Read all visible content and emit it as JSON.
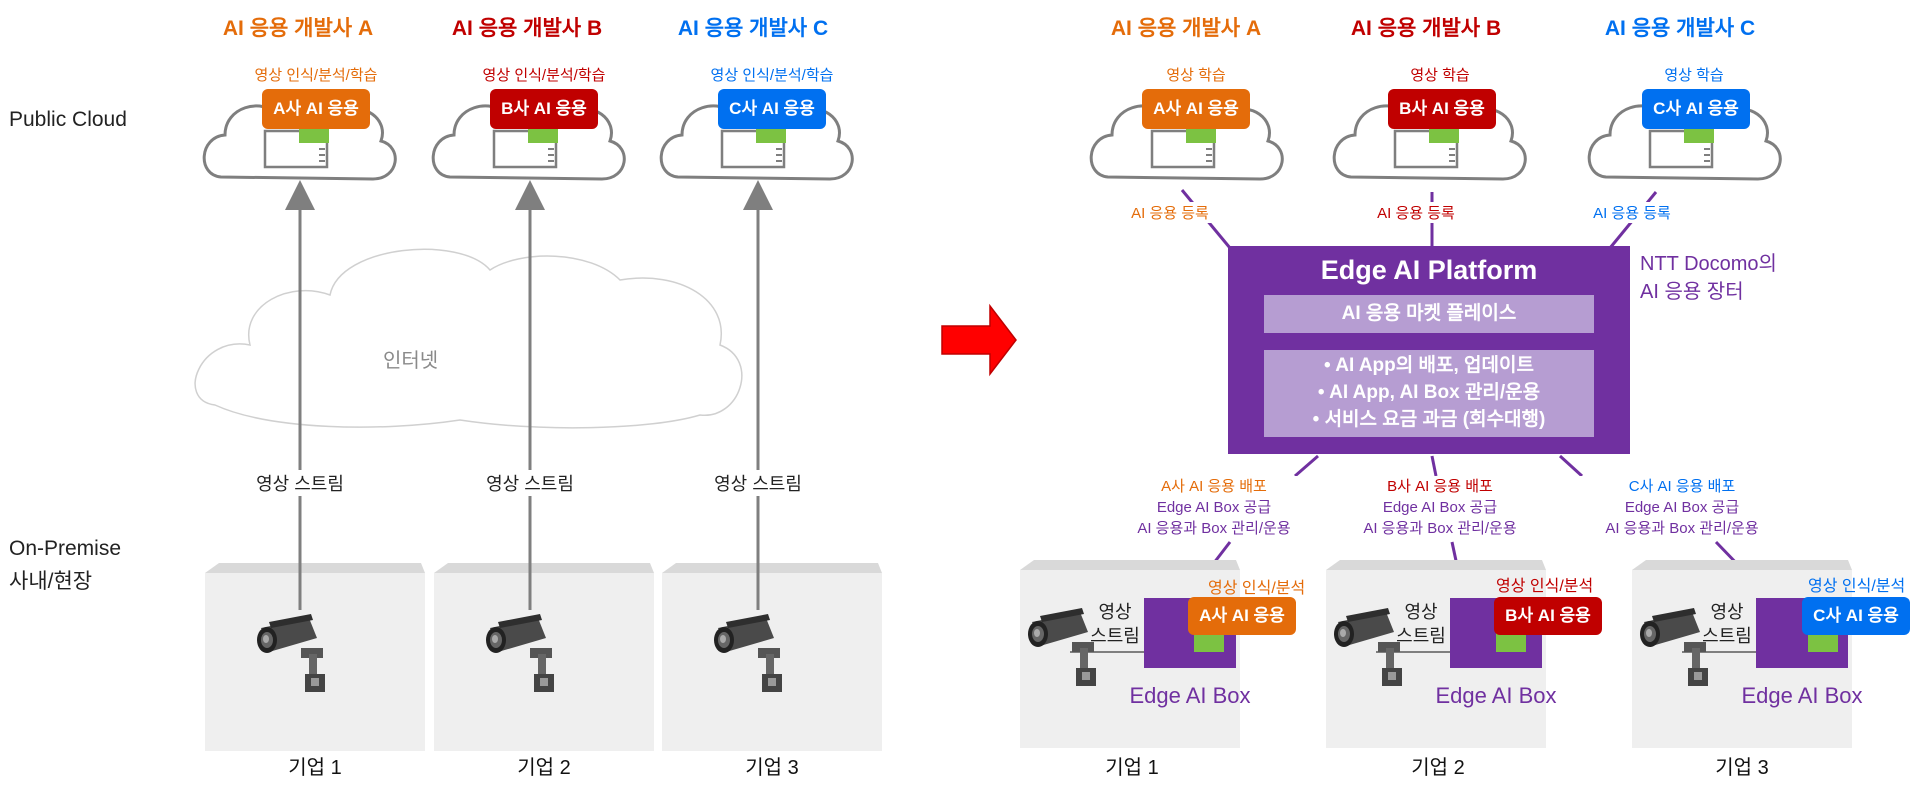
{
  "rows": {
    "public_cloud": "Public Cloud",
    "on_premise_1": "On-Premise",
    "on_premise_2": "사내/현장"
  },
  "left": {
    "developers": [
      "AI 응용 개발사 A",
      "AI 응용 개발사 B",
      "AI 응용 개발사 C"
    ],
    "cloud_tasks": [
      "영상 인식/분석/학습",
      "영상 인식/분석/학습",
      "영상 인식/분석/학습"
    ],
    "apps": [
      "A사 AI 응용",
      "B사 AI 응용",
      "C사 AI 응용"
    ],
    "internet": "인터넷",
    "streams": [
      "영상 스트림",
      "영상 스트림",
      "영상 스트림"
    ],
    "companies": [
      "기업 1",
      "기업 2",
      "기업 3"
    ]
  },
  "right": {
    "developers": [
      "AI 응용 개발사 A",
      "AI 응용 개발사 B",
      "AI 응용 개발사 C"
    ],
    "cloud_tasks": [
      "영상 학습",
      "영상 학습",
      "영상 학습"
    ],
    "apps": [
      "A사 AI 응용",
      "B사 AI 응용",
      "C사 AI 응용"
    ],
    "registrations": [
      "AI 응용 등록",
      "AI 응용 등록",
      "AI 응용 등록"
    ],
    "platform": {
      "title": "Edge AI Platform",
      "marketplace": "AI 응용 마켓 플레이스",
      "features": [
        "• AI App의 배포, 업데이트",
        "• AI App, AI Box 관리/운용",
        "• 서비스 요금 과금 (회수대행)"
      ],
      "owner_1": "NTT Docomo의",
      "owner_2": "AI 응용 장터"
    },
    "distribution": [
      {
        "deploy": "A사 AI 응용 배포",
        "supply": "Edge AI Box 공급",
        "manage": "AI 응용과 Box 관리/운용"
      },
      {
        "deploy": "B사 AI 응용 배포",
        "supply": "Edge AI Box 공급",
        "manage": "AI 응용과 Box 관리/운용"
      },
      {
        "deploy": "C사 AI 응용 배포",
        "supply": "Edge AI Box 공급",
        "manage": "AI 응용과 Box 관리/운용"
      }
    ],
    "edge_tasks": [
      "영상 인식/분석",
      "영상 인식/분석",
      "영상 인식/분석"
    ],
    "edge_apps": [
      "A사 AI 응용",
      "B사 AI 응용",
      "C사 AI 응용"
    ],
    "stream_1": "영상",
    "stream_2": "스트림",
    "edge_box": "Edge AI Box",
    "companies": [
      "기업 1",
      "기업 2",
      "기업 3"
    ]
  },
  "colors": {
    "orange": "#e46c0a",
    "red": "#c00000",
    "blue": "#0070f0",
    "purple": "#7030a0",
    "green": "#7cc242"
  }
}
